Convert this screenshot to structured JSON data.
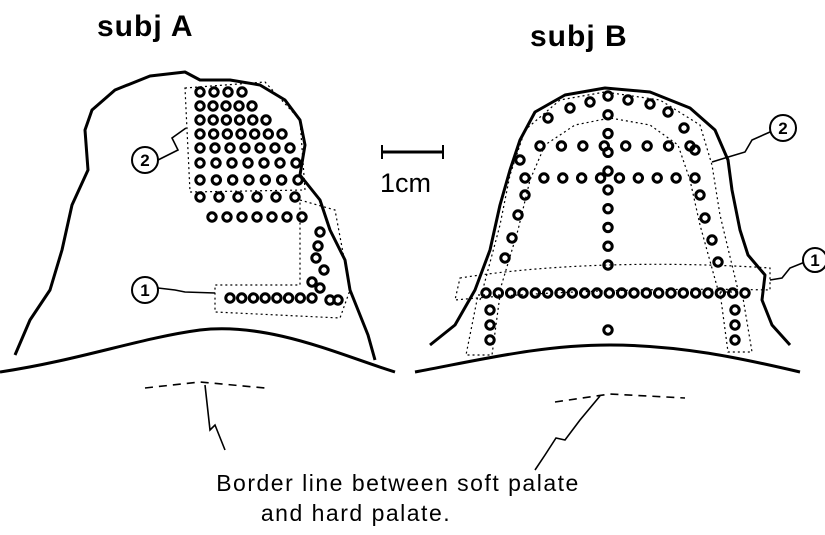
{
  "subject_a": {
    "title": "subj A",
    "region_1_label": "1",
    "region_2_label": "2"
  },
  "subject_b": {
    "title": "subj B",
    "region_1_label": "1",
    "region_2_label": "2"
  },
  "scale": {
    "label": "1cm"
  },
  "caption": {
    "line1": "Border line between soft palate",
    "line2": "and hard palate."
  }
}
